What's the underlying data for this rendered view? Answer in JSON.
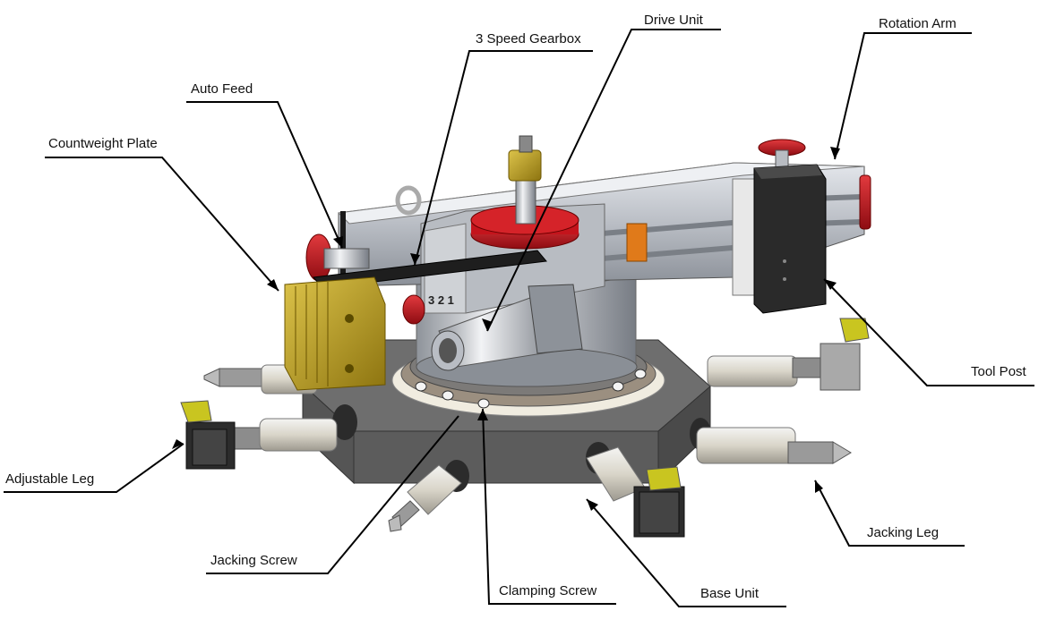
{
  "labels": {
    "drive_unit": "Drive Unit",
    "rotation_arm": "Rotation Arm",
    "three_speed_gearbox": "3 Speed Gearbox",
    "auto_feed": "Auto Feed",
    "countweight_plate": "Countweight Plate",
    "tool_post": "Tool Post",
    "adjustable_leg": "Adjustable Leg",
    "jacking_leg": "Jacking Leg",
    "jacking_screw": "Jacking Screw",
    "clamping_screw": "Clamping Screw",
    "base_unit": "Base Unit"
  },
  "gearbox_marking": "3 2 1",
  "colors": {
    "base": "#5a5a5a",
    "base_dark": "#3c3c3c",
    "steel": "#c9ccd2",
    "steel_dark": "#8e949c",
    "red": "#c4141c",
    "brass": "#bfa21f",
    "toolpost": "#2a2a2a",
    "orange": "#e07a1a",
    "leader": "#000000"
  }
}
